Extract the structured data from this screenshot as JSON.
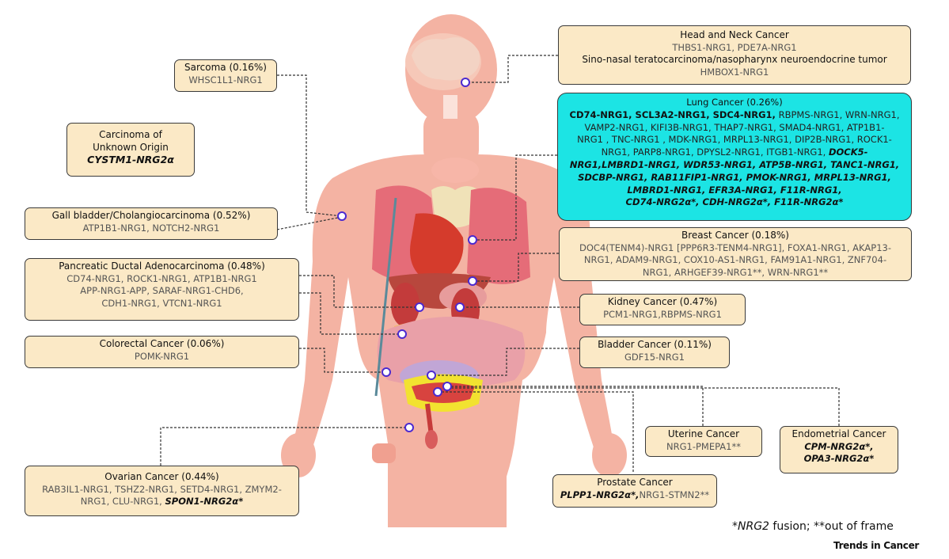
{
  "boxes": {
    "sarcoma": {
      "title": "Sarcoma (0.16%)",
      "lines": [
        "WHSC1L1-NRG1"
      ]
    },
    "unknown": {
      "title_lines": [
        "Carcinoma of",
        "Unknown Origin"
      ],
      "italic": "CYSTM1-NRG2α"
    },
    "gall": {
      "title": "Gall bladder/Cholangiocarcinoma (0.52%)",
      "lines": [
        "ATP1B1-NRG1, NOTCH2-NRG1"
      ]
    },
    "pancreatic": {
      "title": "Pancreatic Ductal Adenocarcinoma (0.48%)",
      "lines": [
        "CD74-NRG1, ROCK1-NRG1, ATP1B1-NRG1",
        "APP-NRG1-APP, SARAF-NRG1-CHD6,",
        "CDH1-NRG1, VTCN1-NRG1"
      ]
    },
    "colorectal": {
      "title": "Colorectal Cancer (0.06%)",
      "lines": [
        "POMK-NRG1"
      ]
    },
    "ovarian": {
      "title": "Ovarian Cancer (0.44%)",
      "lines": [
        "RAB3IL1-NRG1, TSHZ2-NRG1, SETD4-NRG1, ZMYM2-",
        "NRG1, CLU-NRG1, "
      ],
      "italic": "SPON1-NRG2α*"
    },
    "headneck": {
      "title": "Head and Neck Cancer",
      "line1": "THBS1-NRG1, PDE7A-NRG1",
      "subtitle": "Sino-nasal teratocarcinoma/nasopharynx neuroendocrine tumor",
      "line2": "HMBOX1-NRG1"
    },
    "lung": {
      "title": "Lung Cancer (0.26%)",
      "l1_bold": "CD74-NRG1, SCL3A2-NRG1, SDC4-NRG1,",
      "l1_rest": " RBPMS-NRG1, WRN-NRG1,",
      "l2": "VAMP2-NRG1, KIFI3B-NRG1, THAP7-NRG1,  SMAD4-NRG1, ATP1B1-",
      "l3": "NRG1 , TNC-NRG1 , MDK-NRG1, MRPL13-NRG1, DIP2B-NRG1, ROCK1-",
      "l4_plain": "NRG1, PARP8-NRG1, DPYSL2-NRG1, ITGB1-NRG1, ",
      "l4_ital": "DOCK5-",
      "l5": "NRG1,LMBRD1-NRG1, WDR53-NRG1, ATP5B-NRG1, TANC1-NRG1,",
      "l6": "SDCBP-NRG1, RAB11FIP1-NRG1, PMOK-NRG1, MRPL13-NRG1,",
      "l7": "LMBRD1-NRG1, EFR3A-NRG1, F11R-NRG1,",
      "l8": "CD74-NRG2α*, CDH-NRG2α*, F11R-NRG2α*"
    },
    "breast": {
      "title": "Breast Cancer (0.18%)",
      "lines": [
        "DOC4(TENM4)-NRG1 [PPP6R3-TENM4-NRG1], FOXA1-NRG1, AKAP13-",
        "NRG1, ADAM9-NRG1, COX10-AS1-NRG1, FAM91A1-NRG1, ZNF704-",
        "NRG1, ARHGEF39-NRG1**, WRN-NRG1**"
      ]
    },
    "kidney": {
      "title": "Kidney Cancer (0.47%)",
      "lines": [
        "PCM1-NRG1,RBPMS-NRG1"
      ]
    },
    "bladder": {
      "title": "Bladder Cancer (0.11%)",
      "lines": [
        "GDF15-NRG1"
      ]
    },
    "uterine": {
      "title": "Uterine Cancer",
      "lines": [
        "NRG1-PMEPA1**"
      ]
    },
    "endometrial": {
      "title": "Endometrial Cancer",
      "italics": [
        "CPM-NRG2α*,",
        "OPA3-NRG2α*"
      ]
    },
    "prostate": {
      "title": "Prostate Cancer",
      "italic": "PLPP1-NRG2α*,",
      "rest": "NRG1-STMN2**"
    }
  },
  "footnote": {
    "prefix": "*",
    "italic": "NRG2",
    "suffix": " fusion; **out of frame"
  },
  "brand": "Trends in Cancer",
  "colors": {
    "box_fill": "#fbe9c6",
    "lung_fill": "#1ce4e4",
    "skin": "#f4b3a3",
    "marker": "#4b2ad0"
  }
}
